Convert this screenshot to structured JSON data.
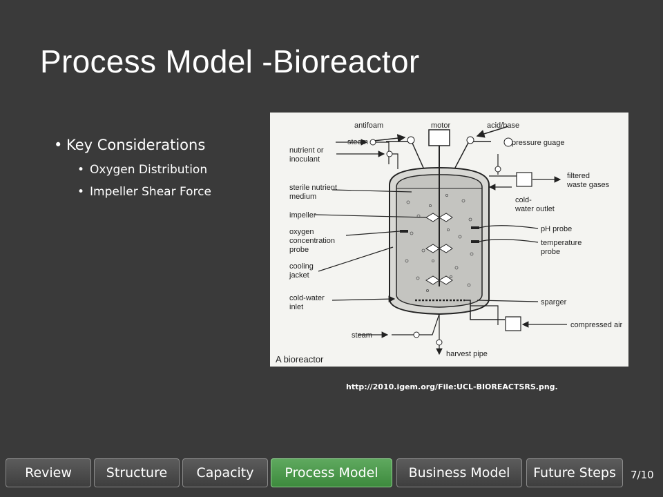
{
  "slide": {
    "title": "Process Model -Bioreactor",
    "page_number": "7/10",
    "source_url": "http://2010.igem.org/File:UCL-BIOREACTSRS.png."
  },
  "bullets": {
    "main": "Key Considerations",
    "sub": [
      "Oxygen Distribution",
      "Impeller Shear Force"
    ]
  },
  "diagram": {
    "top": {
      "antifoam": "antifoam",
      "motor": "motor",
      "acid_base": "acid/base"
    },
    "left": {
      "steam_top": "steam",
      "nutrient_1": "nutrient or",
      "nutrient_2": "inoculant",
      "sterile_1": "sterile nutrient",
      "sterile_2": "medium",
      "impeller": "impeller",
      "oxygen_1": "oxygen",
      "oxygen_2": "concentration",
      "oxygen_3": "probe",
      "cooling_1": "cooling",
      "cooling_2": "jacket",
      "coldin_1": "cold-water",
      "coldin_2": "inlet",
      "steam_bottom": "steam"
    },
    "right": {
      "pressure": "pressure guage",
      "filtered_1": "filtered",
      "filtered_2": "waste gases",
      "coldout_1": "cold-",
      "coldout_2": "water outlet",
      "ph": "pH probe",
      "temp_1": "temperature",
      "temp_2": "probe",
      "sparger": "sparger",
      "air": "compressed air",
      "harvest": "harvest pipe"
    },
    "caption": "A bioreactor"
  },
  "nav": {
    "tabs": [
      "Review",
      "Structure",
      "Capacity",
      "Process Model",
      "Business Model",
      "Future Steps"
    ],
    "active_index": 3
  },
  "colors": {
    "background": "#3a3a3a",
    "active_tab": "#4a9a4a",
    "tab": "#4a4a4a"
  }
}
